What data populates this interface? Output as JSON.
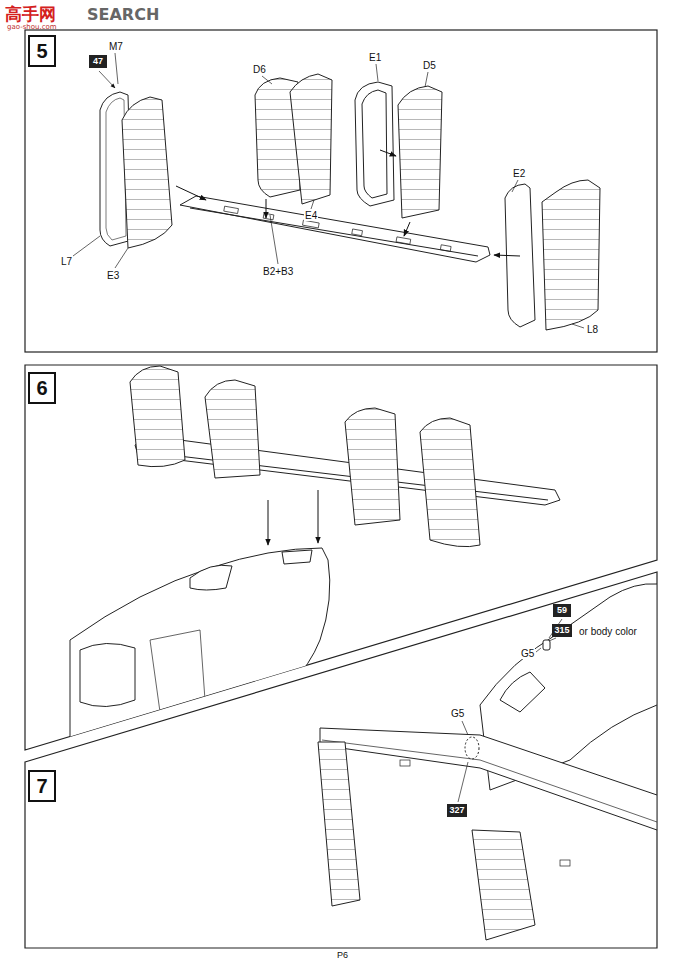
{
  "diagram": {
    "nodes": [
      {
        "text": [
          "5"
        ]
      },
      {
        "text": [
          "47"
        ]
      },
      {
        "text": [
          "6"
        ]
      },
      {
        "text": [
          "59"
        ]
      },
      {
        "text": [
          "315"
        ]
      },
      {
        "text": [
          "7"
        ]
      },
      {
        "text": [
          "327"
        ]
      }
    ],
    "labels": [
      "高手网",
      "SEARCH",
      "gao-shou.com",
      "M7",
      "D6",
      "E1",
      "D5",
      "E4",
      "L7",
      "E3",
      "B2+B3",
      "E2",
      "L8",
      "or body color",
      "G5",
      "G5",
      "P6"
    ]
  }
}
